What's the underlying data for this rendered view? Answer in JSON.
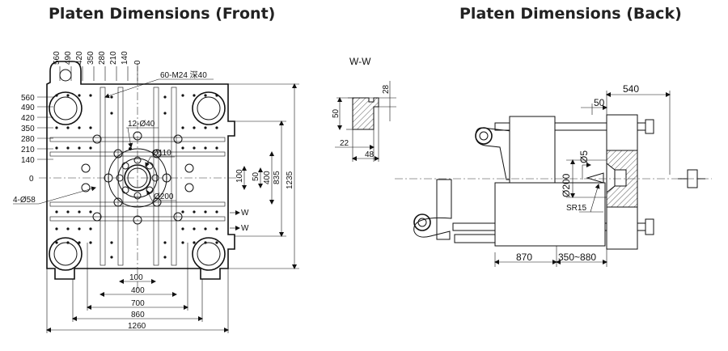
{
  "titles": {
    "front": "Platen Dimensions (Front)",
    "back": "Platen Dimensions (Back)"
  },
  "front": {
    "top_dims": [
      "560",
      "490",
      "420",
      "350",
      "280",
      "210",
      "140",
      "0"
    ],
    "left_dims": [
      "560",
      "490",
      "420",
      "350",
      "280",
      "210",
      "140",
      "0"
    ],
    "callouts": {
      "tapped_holes": "60-M24 深40",
      "ring_holes": "12-Ø40",
      "hole_small": "Ø110",
      "hole_large": "Ø200",
      "corner_holes": "4-Ø58",
      "section_mark": "W"
    },
    "right_dims": [
      "100",
      "50",
      "400",
      "835",
      "1235"
    ],
    "bottom_dims": [
      "100",
      "400",
      "700",
      "860",
      "1260"
    ]
  },
  "section": {
    "label": "W-W",
    "dims": [
      "28",
      "50",
      "22",
      "48"
    ]
  },
  "back": {
    "dims": [
      "540",
      "50",
      "Ø5",
      "Ø200",
      "SR15",
      "870",
      "350~880"
    ]
  }
}
